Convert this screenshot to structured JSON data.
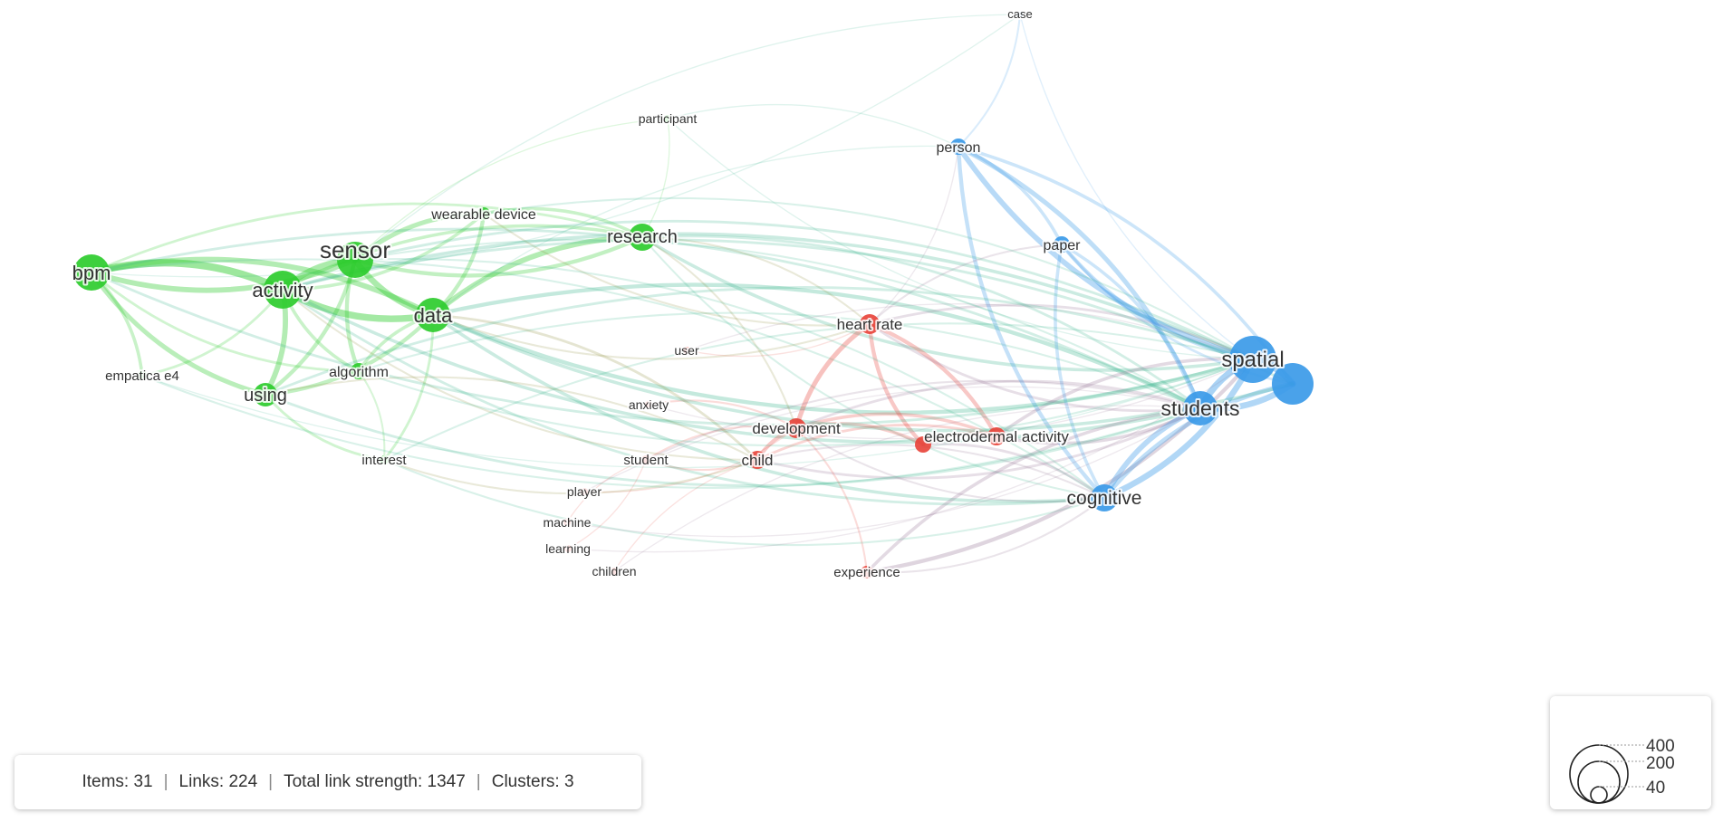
{
  "map": {
    "cluster_colors": {
      "green": "#2ecc2e",
      "red": "#e8453c",
      "blue": "#3b9ae8"
    },
    "nodes": [
      {
        "label": "bpm",
        "cluster": "green"
      },
      {
        "label": "activity",
        "cluster": "green"
      },
      {
        "label": "sensor",
        "cluster": "green"
      },
      {
        "label": "data",
        "cluster": "green"
      },
      {
        "label": "research",
        "cluster": "green"
      },
      {
        "label": "wearable device",
        "cluster": "green"
      },
      {
        "label": "using",
        "cluster": "green"
      },
      {
        "label": "algorithm",
        "cluster": "green"
      },
      {
        "label": "empatica e4",
        "cluster": "green"
      },
      {
        "label": "interest",
        "cluster": "green"
      },
      {
        "label": "participant",
        "cluster": "green"
      },
      {
        "label": "heart rate",
        "cluster": "red"
      },
      {
        "label": "development",
        "cluster": "red"
      },
      {
        "label": "electrodermal activity",
        "cluster": "red"
      },
      {
        "label": "child",
        "cluster": "red"
      },
      {
        "label": "student",
        "cluster": "red"
      },
      {
        "label": "anxiety",
        "cluster": "red"
      },
      {
        "label": "user",
        "cluster": "red"
      },
      {
        "label": "player",
        "cluster": "red"
      },
      {
        "label": "machine",
        "cluster": "red"
      },
      {
        "label": "learning",
        "cluster": "red"
      },
      {
        "label": "children",
        "cluster": "red"
      },
      {
        "label": "experience",
        "cluster": "red"
      },
      {
        "label": "spatial",
        "cluster": "blue"
      },
      {
        "label": "students",
        "cluster": "blue"
      },
      {
        "label": "cognitive",
        "cluster": "blue"
      },
      {
        "label": "person",
        "cluster": "blue"
      },
      {
        "label": "paper",
        "cluster": "blue"
      },
      {
        "label": "case",
        "cluster": "blue"
      }
    ]
  },
  "stats": {
    "items": "Items: 31",
    "links": "Links: 224",
    "strength": "Total link strength: 1347",
    "clusters": "Clusters: 3",
    "separator": "|"
  },
  "size_legend": {
    "values": [
      "400",
      "200",
      "40"
    ]
  }
}
